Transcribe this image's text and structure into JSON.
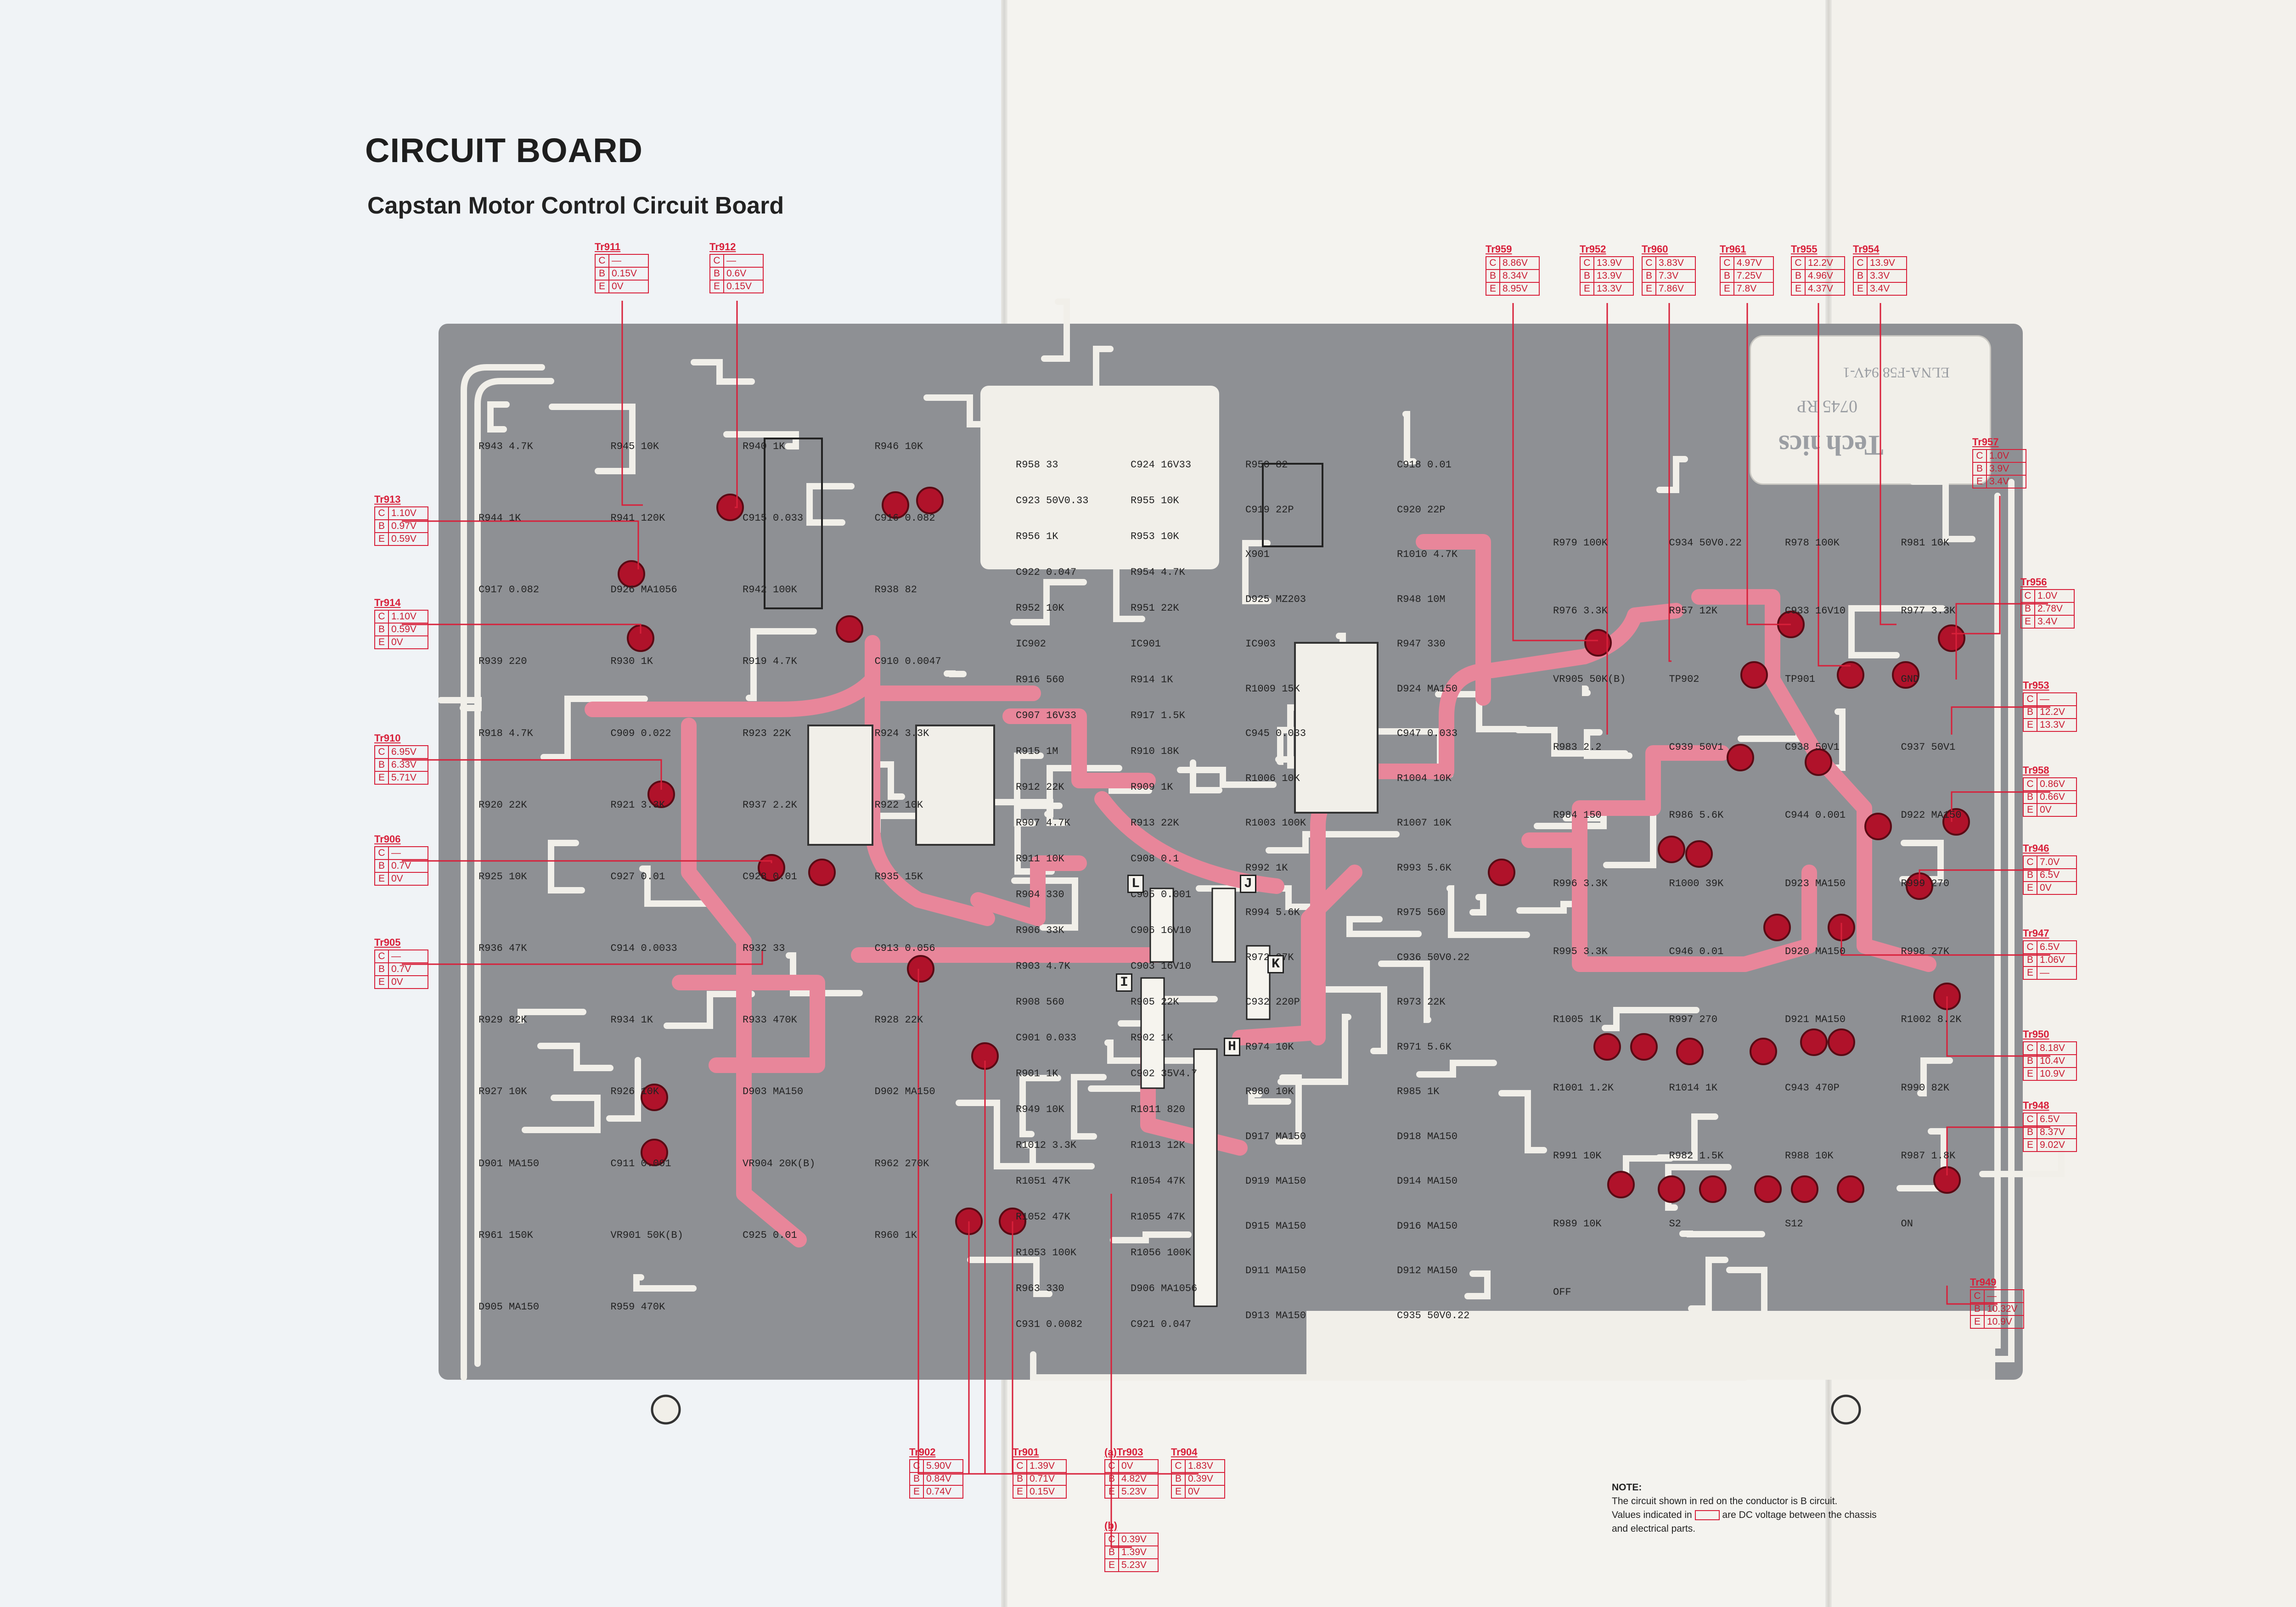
{
  "title": "CIRCUIT BOARD",
  "subtitle": "Capstan Motor Control Circuit Board",
  "logo": {
    "brand": "Technics",
    "code": "0745 RP",
    "board_mark": "ELNA-F58 94V-1"
  },
  "note": {
    "heading": "NOTE:",
    "line1": "The circuit shown in red on the conductor is B circuit.",
    "line2_a": "Values indicated in",
    "line2_b": "are DC voltage between the chassis",
    "line3": "and electrical parts."
  },
  "colors": {
    "b_circuit": "#e8869a",
    "board": "#8e9094",
    "voltage_box": "#d8203a"
  },
  "transistors": [
    {
      "name": "Tr911",
      "C": "—",
      "B": "0.15V",
      "E": "0V"
    },
    {
      "name": "Tr912",
      "C": "—",
      "B": "0.6V",
      "E": "0.15V"
    },
    {
      "name": "Tr913",
      "C": "1.10V",
      "B": "0.97V",
      "E": "0.59V"
    },
    {
      "name": "Tr914",
      "C": "1.10V",
      "B": "0.59V",
      "E": "0V"
    },
    {
      "name": "Tr910",
      "C": "6.95V",
      "B": "6.33V",
      "E": "5.71V"
    },
    {
      "name": "Tr906",
      "C": "—",
      "B": "0.7V",
      "E": "0V"
    },
    {
      "name": "Tr905",
      "C": "—",
      "B": "0.7V",
      "E": "0V"
    },
    {
      "name": "Tr959",
      "C": "8.86V",
      "B": "8.34V",
      "E": "8.95V"
    },
    {
      "name": "Tr952",
      "C": "13.9V",
      "B": "13.9V",
      "E": "13.3V"
    },
    {
      "name": "Tr960",
      "C": "3.83V",
      "B": "7.3V",
      "E": "7.86V"
    },
    {
      "name": "Tr961",
      "C": "4.97V",
      "B": "7.25V",
      "E": "7.8V"
    },
    {
      "name": "Tr955",
      "C": "12.2V",
      "B": "4.96V",
      "E": "4.37V"
    },
    {
      "name": "Tr954",
      "C": "13.9V",
      "B": "3.3V",
      "E": "3.4V"
    },
    {
      "name": "Tr957",
      "C": "1.0V",
      "B": "3.9V",
      "E": "3.4V"
    },
    {
      "name": "Tr956",
      "C": "1.0V",
      "B": "2.78V",
      "E": "3.4V"
    },
    {
      "name": "Tr953",
      "C": "—",
      "B": "12.2V",
      "E": "13.3V"
    },
    {
      "name": "Tr958",
      "C": "0.86V",
      "B": "0.66V",
      "E": "0V"
    },
    {
      "name": "Tr946",
      "C": "7.0V",
      "B": "6.5V",
      "E": "0V"
    },
    {
      "name": "Tr947",
      "C": "6.5V",
      "B": "1.06V",
      "E": "—"
    },
    {
      "name": "Tr950",
      "C": "8.18V",
      "B": "10.4V",
      "E": "10.9V"
    },
    {
      "name": "Tr948",
      "C": "6.5V",
      "B": "8.37V",
      "E": "9.02V"
    },
    {
      "name": "Tr949",
      "C": "—",
      "B": "10.32V",
      "E": "10.9V"
    },
    {
      "name": "Tr902",
      "C": "5.90V",
      "B": "0.84V",
      "E": "0.74V"
    },
    {
      "name": "Tr901",
      "C": "1.39V",
      "B": "0.71V",
      "E": "0.15V"
    },
    {
      "name": "(a)Tr903",
      "C": "0V",
      "B": "4.82V",
      "E": "5.23V"
    },
    {
      "name": "Tr904",
      "C": "1.83V",
      "B": "0.39V",
      "E": "0V"
    },
    {
      "name": "(b)",
      "C": "0.39V",
      "B": "1.39V",
      "E": "5.23V"
    }
  ],
  "board_labels": [
    "R943 4.7K",
    "R945 10K",
    "R940 1K",
    "R946 10K",
    "R944 1K",
    "R941 120K",
    "C915 0.033",
    "C916 0.082",
    "C917 0.082",
    "D926 MA1056",
    "R942 100K",
    "R938 82",
    "R939 220",
    "R930 1K",
    "R919 4.7K",
    "C910 0.0047",
    "R918 4.7K",
    "C909 0.022",
    "R923 22K",
    "R924 3.3K",
    "R920 22K",
    "R921 3.3K",
    "R937 2.2K",
    "R922 10K",
    "R925 10K",
    "C927 0.01",
    "C928 0.01",
    "R935 15K",
    "R936 47K",
    "C914 0.0033",
    "R932 33",
    "C913 0.056",
    "R929 82K",
    "R934 1K",
    "R933 470K",
    "R928 22K",
    "R927 10K",
    "R926 10K",
    "D903 MA150",
    "D902 MA150",
    "D901 MA150",
    "C911 0.001",
    "VR904 20K(B)",
    "R962 270K",
    "R961 150K",
    "VR901 50K(B)",
    "C925 0.01",
    "R960 1K",
    "D905 MA150",
    "R959 470K",
    "R958 33",
    "C924 16V33",
    "C923 50V0.33",
    "R955 10K",
    "R956 1K",
    "R953 10K",
    "C922 0.047",
    "R954 4.7K",
    "R952 10K",
    "R951 22K",
    "IC902",
    "IC901",
    "R916 560",
    "R914 1K",
    "C907 16V33",
    "R917 1.5K",
    "R915 1M",
    "R910 18K",
    "R912 22K",
    "R909 1K",
    "R907 4.7K",
    "R913 22K",
    "R911 10K",
    "C908 0.1",
    "R904 330",
    "C905 0.001",
    "R906 33K",
    "C906 16V10",
    "R903 4.7K",
    "C903 16V10",
    "R908 560",
    "R905 22K",
    "C901 0.033",
    "R902 1K",
    "R901 1K",
    "C902 35V4.7",
    "R949 10K",
    "R1011 820",
    "R1012 3.3K",
    "R1013 12K",
    "R1051 47K",
    "R1054 47K",
    "R1052 47K",
    "R1055 47K",
    "R1053 100K",
    "R1056 100K",
    "R963 330",
    "D906 MA1056",
    "C931 0.0082",
    "C921 0.047",
    "R950 82",
    "C918 0.01",
    "C919 22P",
    "C920 22P",
    "X901",
    "R1010 4.7K",
    "D925 MZ203",
    "R948 10M",
    "IC903",
    "R947 330",
    "R1009 15K",
    "D924 MA150",
    "C945 0.033",
    "C947 0.033",
    "R1006 10K",
    "R1004 10K",
    "R1003 100K",
    "R1007 10K",
    "R992 1K",
    "R993 5.6K",
    "R994 5.6K",
    "R975 560",
    "R972 27K",
    "C936 50V0.22",
    "C932 220P",
    "R973 22K",
    "R974 10K",
    "R971 5.6K",
    "R980 10K",
    "R985 1K",
    "D917 MA150",
    "D918 MA150",
    "D919 MA150",
    "D914 MA150",
    "D915 MA150",
    "D916 MA150",
    "D911 MA150",
    "D912 MA150",
    "D913 MA150",
    "C935 50V0.22",
    "R979 100K",
    "C934 50V0.22",
    "R978 100K",
    "R981 10K",
    "R976 3.3K",
    "R957 12K",
    "C933 16V10",
    "R977 3.3K",
    "VR905 50K(B)",
    "TP902",
    "TP901",
    "GND",
    "R983 2.2",
    "C939 50V1",
    "C938 50V1",
    "C937 50V1",
    "R984 150",
    "R986 5.6K",
    "C944 0.001",
    "D922 MA150",
    "R996 3.3K",
    "R1000 39K",
    "D923 MA150",
    "R999 270",
    "R995 3.3K",
    "C946 0.01",
    "D920 MA150",
    "R998 27K",
    "R1005 1K",
    "R997 270",
    "D921 MA150",
    "R1002 8.2K",
    "R1001 1.2K",
    "R1014 1K",
    "C943 470P",
    "R990 82K",
    "R991 10K",
    "R982 1.5K",
    "R988 10K",
    "R987 1.8K",
    "R989 10K",
    "S2",
    "S12",
    "ON",
    "OFF"
  ],
  "connectors": [
    "L",
    "J",
    "K",
    "I",
    "H"
  ]
}
